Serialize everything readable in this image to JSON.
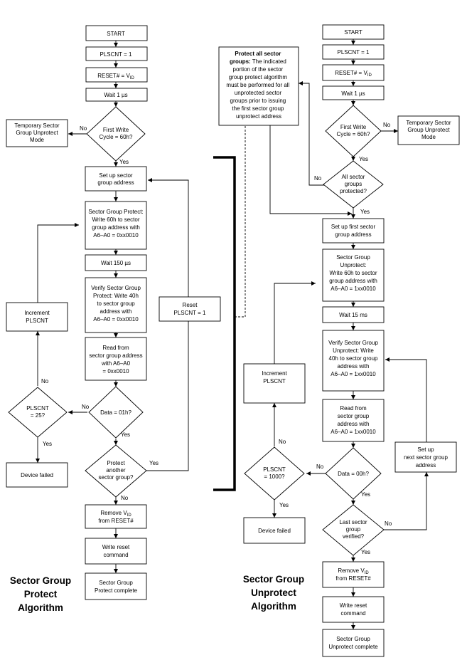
{
  "protect": {
    "title": [
      "Sector Group",
      "Protect",
      "Algorithm"
    ],
    "start": "START",
    "plscnt_init": "PLSCNT = 1",
    "reset_vid": "RESET# = V_ID",
    "wait1": "Wait 1 µs",
    "first_write": [
      "First Write",
      "Cycle = 60h?"
    ],
    "temp_unprotect": [
      "Temporary Sector",
      "Group Unprotect",
      "Mode"
    ],
    "setup_addr": [
      "Set up sector",
      "group address"
    ],
    "sg_protect": [
      "Sector Group Protect:",
      "Write 60h to sector",
      "group address with",
      "A6–A0 = 0xx0010"
    ],
    "wait150": "Wait 150 µs",
    "verify": [
      "Verify Sector Group",
      "Protect: Write 40h",
      "to sector group",
      "address with",
      "A6–A0 = 0xx0010"
    ],
    "read": [
      "Read from",
      "sector group address",
      "with A6–A0",
      "= 0xx0010"
    ],
    "data01": "Data = 01h?",
    "plscnt25": [
      "PLSCNT",
      "= 25?"
    ],
    "increment": [
      "Increment",
      "PLSCNT"
    ],
    "device_failed": "Device failed",
    "protect_another": [
      "Protect",
      "another",
      "sector group?"
    ],
    "reset_plscnt": [
      "Reset",
      "PLSCNT = 1"
    ],
    "remove_vid": [
      "Remove V_ID",
      "from RESET#"
    ],
    "write_reset": [
      "Write reset",
      "command"
    ],
    "complete": [
      "Sector Group",
      "Protect complete"
    ]
  },
  "unprotect": {
    "title": [
      "Sector Group",
      "Unprotect",
      "Algorithm"
    ],
    "note_bold": [
      "Protect all sector",
      "groups:"
    ],
    "note": [
      "The indicated",
      "portion of the sector",
      "group protect algorithm",
      "must be performed for all",
      "unprotected sector",
      "groups prior to issuing",
      "the first sector group",
      "unprotect address"
    ],
    "start": "START",
    "plscnt_init": "PLSCNT = 1",
    "reset_vid": "RESET# = V_ID",
    "wait1": "Wait 1 µs",
    "first_write": [
      "First Write",
      "Cycle = 60h?"
    ],
    "temp_unprotect": [
      "Temporary Sector",
      "Group Unprotect",
      "Mode"
    ],
    "all_protected": [
      "All sector",
      "groups",
      "protected?"
    ],
    "setup_first": [
      "Set up first sector",
      "group address"
    ],
    "sg_unprotect": [
      "Sector Group",
      "Unprotect:",
      "Write 60h to sector",
      "group address with",
      "A6–A0 = 1xx0010"
    ],
    "wait15": "Wait 15 ms",
    "verify": [
      "Verify Sector Group",
      "Unprotect: Write",
      "40h to sector group",
      "address with",
      "A6–A0 = 1xx0010"
    ],
    "read": [
      "Read from",
      "sector group",
      "address with",
      "A6–A0 = 1xx0010"
    ],
    "data00": "Data = 00h?",
    "plscnt1000": [
      "PLSCNT",
      "= 1000?"
    ],
    "increment": [
      "Increment",
      "PLSCNT"
    ],
    "device_failed": "Device failed",
    "last_verified": [
      "Last sector",
      "group",
      "verified?"
    ],
    "setup_next": [
      "Set up",
      "next sector group",
      "address"
    ],
    "remove_vid": [
      "Remove V_ID",
      "from RESET#"
    ],
    "write_reset": [
      "Write reset",
      "command"
    ],
    "complete": [
      "Sector Group",
      "Unprotect complete"
    ]
  },
  "labels": {
    "yes": "Yes",
    "no": "No"
  }
}
